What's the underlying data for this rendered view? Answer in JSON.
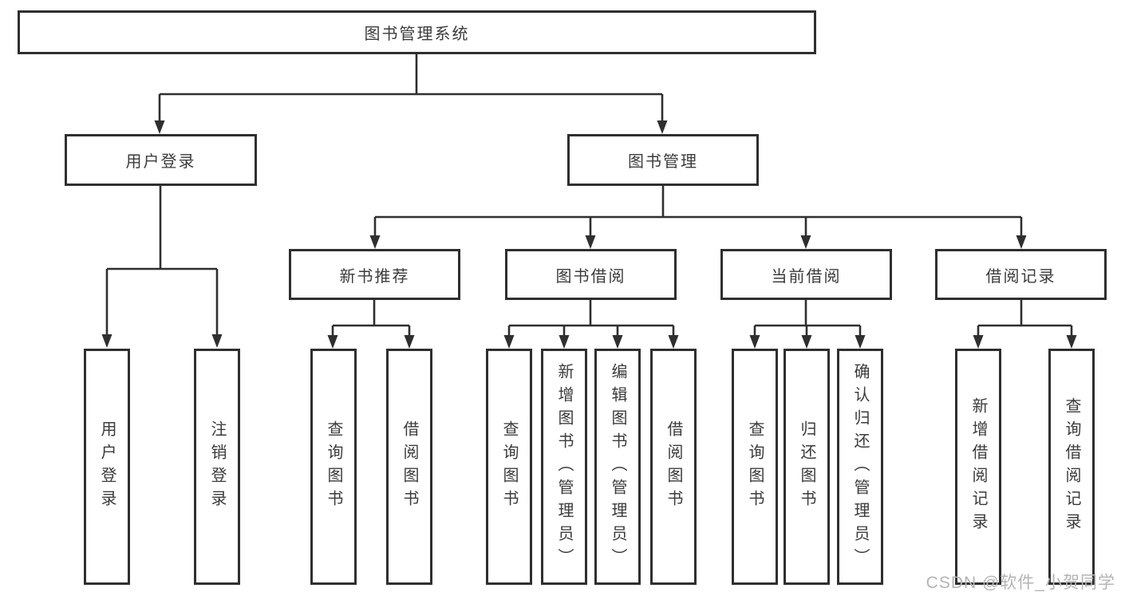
{
  "diagram": {
    "root": {
      "label": "图书管理系统"
    },
    "branches": [
      {
        "label": "用户登录",
        "children": [
          "用户登录",
          "注销登录"
        ]
      },
      {
        "label": "图书管理",
        "groups": [
          {
            "label": "新书推荐",
            "children": [
              "查询图书",
              "借阅图书"
            ]
          },
          {
            "label": "图书借阅",
            "children": [
              "查询图书",
              "新增图书（管理员）",
              "编辑图书（管理员）",
              "借阅图书"
            ]
          },
          {
            "label": "当前借阅",
            "children": [
              "查询图书",
              "归还图书",
              "确认归还（管理员）"
            ]
          },
          {
            "label": "借阅记录",
            "children": [
              "新增借阅记录",
              "查询借阅记录"
            ]
          }
        ]
      }
    ]
  },
  "watermark": "CSDN @软件_小贺同学",
  "colors": {
    "line": "#2f2f2f",
    "text": "#3b3b3b",
    "watermark": "#b4b4b4",
    "background": "#ffffff"
  }
}
